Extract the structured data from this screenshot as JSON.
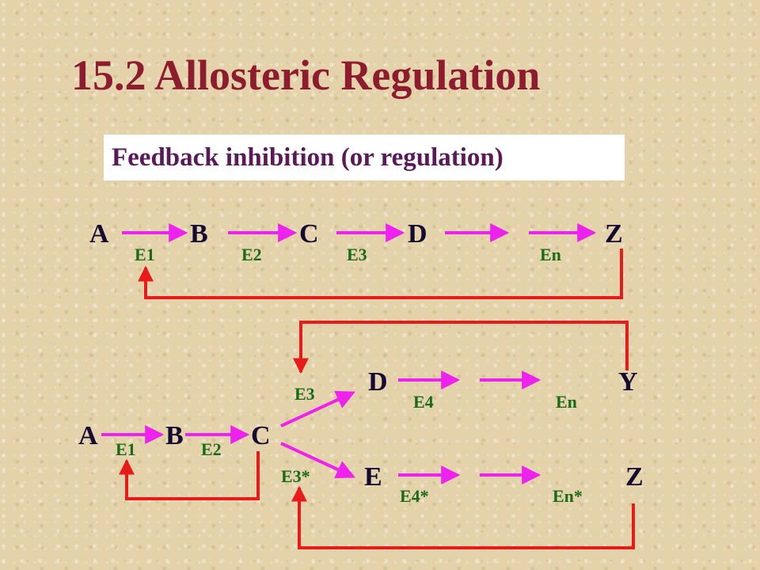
{
  "slide": {
    "title": "15.2 Allosteric Regulation",
    "subtitle": "Feedback inhibition (or regulation)"
  },
  "colors": {
    "title": "#8c1c2e",
    "subtitle": "#5a1a5a",
    "metabolite": "#140a32",
    "enzyme": "#1a6a1a",
    "pathway_arrow": "#ee22ee",
    "feedback_line": "#e81a1a"
  },
  "linear_pathway": {
    "nodes": [
      "A",
      "B",
      "C",
      "D",
      "Z"
    ],
    "enzymes": [
      "E1",
      "E2",
      "E3",
      "En"
    ]
  },
  "branched_pathway": {
    "trunk_nodes": [
      "A",
      "B",
      "C"
    ],
    "trunk_enzymes": [
      "E1",
      "E2"
    ],
    "upper_branch": {
      "branch_enzyme": "E3",
      "nodes": [
        "D",
        "Y"
      ],
      "enzymes": [
        "E4",
        "En"
      ]
    },
    "lower_branch": {
      "branch_enzyme": "E3*",
      "nodes": [
        "E",
        "Z"
      ],
      "enzymes": [
        "E4*",
        "En*"
      ]
    }
  }
}
